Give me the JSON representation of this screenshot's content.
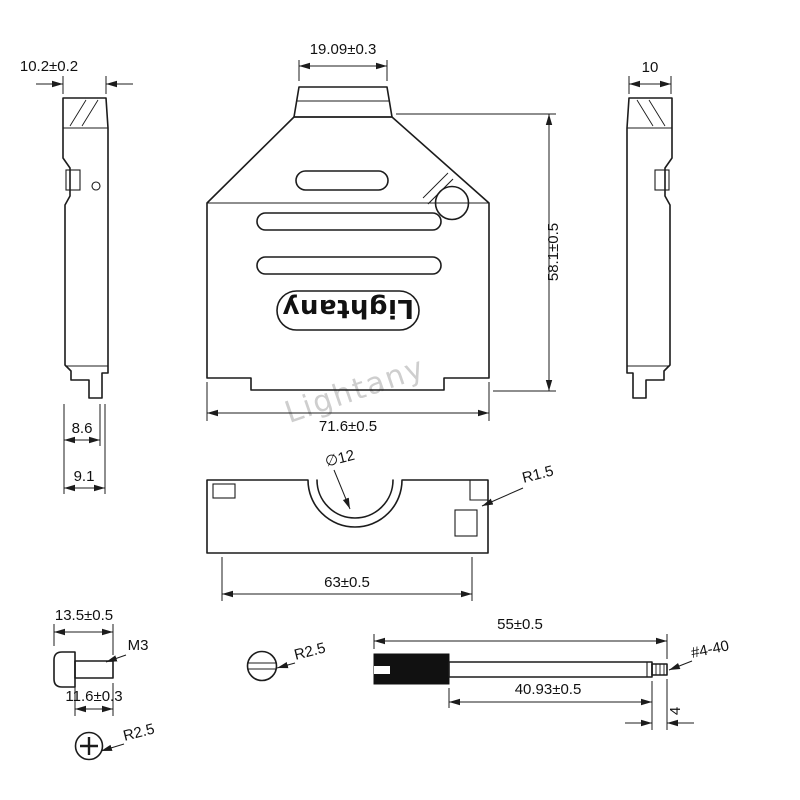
{
  "watermark": "Lightany",
  "front_view": {
    "logo": "Lightany",
    "dim_top_width": "19.09±0.3",
    "dim_height": "58.1±0.5",
    "dim_width": "71.6±0.5"
  },
  "left_view": {
    "dim_width": "10.2±0.2",
    "dim_step_a": "8.6",
    "dim_step_b": "9.1"
  },
  "right_view": {
    "dim_width": "10"
  },
  "bottom_view": {
    "dim_hole": "∅12",
    "dim_fillet": "R1.5",
    "dim_width": "63±0.5"
  },
  "screw_m3": {
    "dim_length": "13.5±0.5",
    "thread_label": "M3",
    "dim_shaft": "11.6±0.3",
    "dim_head": "R2.5"
  },
  "screw_slot": {
    "dim_head": "R2.5"
  },
  "jackscrew": {
    "dim_length": "55±0.5",
    "thread_label": "#4-40",
    "dim_shaft": "40.93±0.5",
    "dim_tip": "4"
  }
}
